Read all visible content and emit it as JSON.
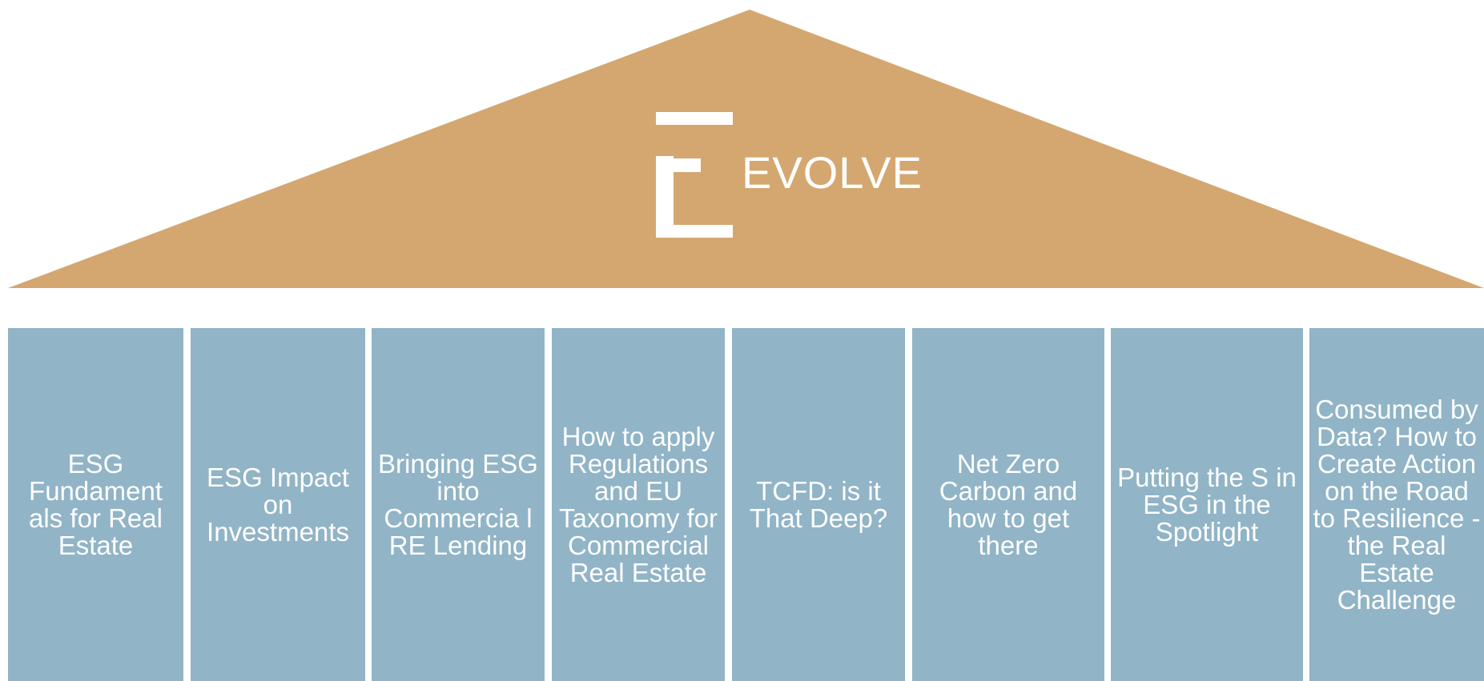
{
  "colors": {
    "roof": "#d4a770",
    "pillar": "#91b4c7",
    "text": "#ffffff",
    "background": "#ffffff"
  },
  "roof": {
    "logo_icon": "evolve-e-icon",
    "logo_text": "EVOLVE"
  },
  "pillars": [
    {
      "label": "ESG Fundament als for Real Estate"
    },
    {
      "label": "ESG Impact on Investments"
    },
    {
      "label": "Bringing ESG into Commercia l RE Lending"
    },
    {
      "label": "How to apply Regulations and EU Taxonomy for Commercial Real Estate"
    },
    {
      "label": "TCFD: is it That Deep?"
    },
    {
      "label": "Net Zero Carbon and how to get there"
    },
    {
      "label": "Putting the S in ESG in the Spotlight"
    },
    {
      "label": "Consumed by Data? How to Create Action on the Road to Resilience - the Real Estate Challenge"
    }
  ]
}
